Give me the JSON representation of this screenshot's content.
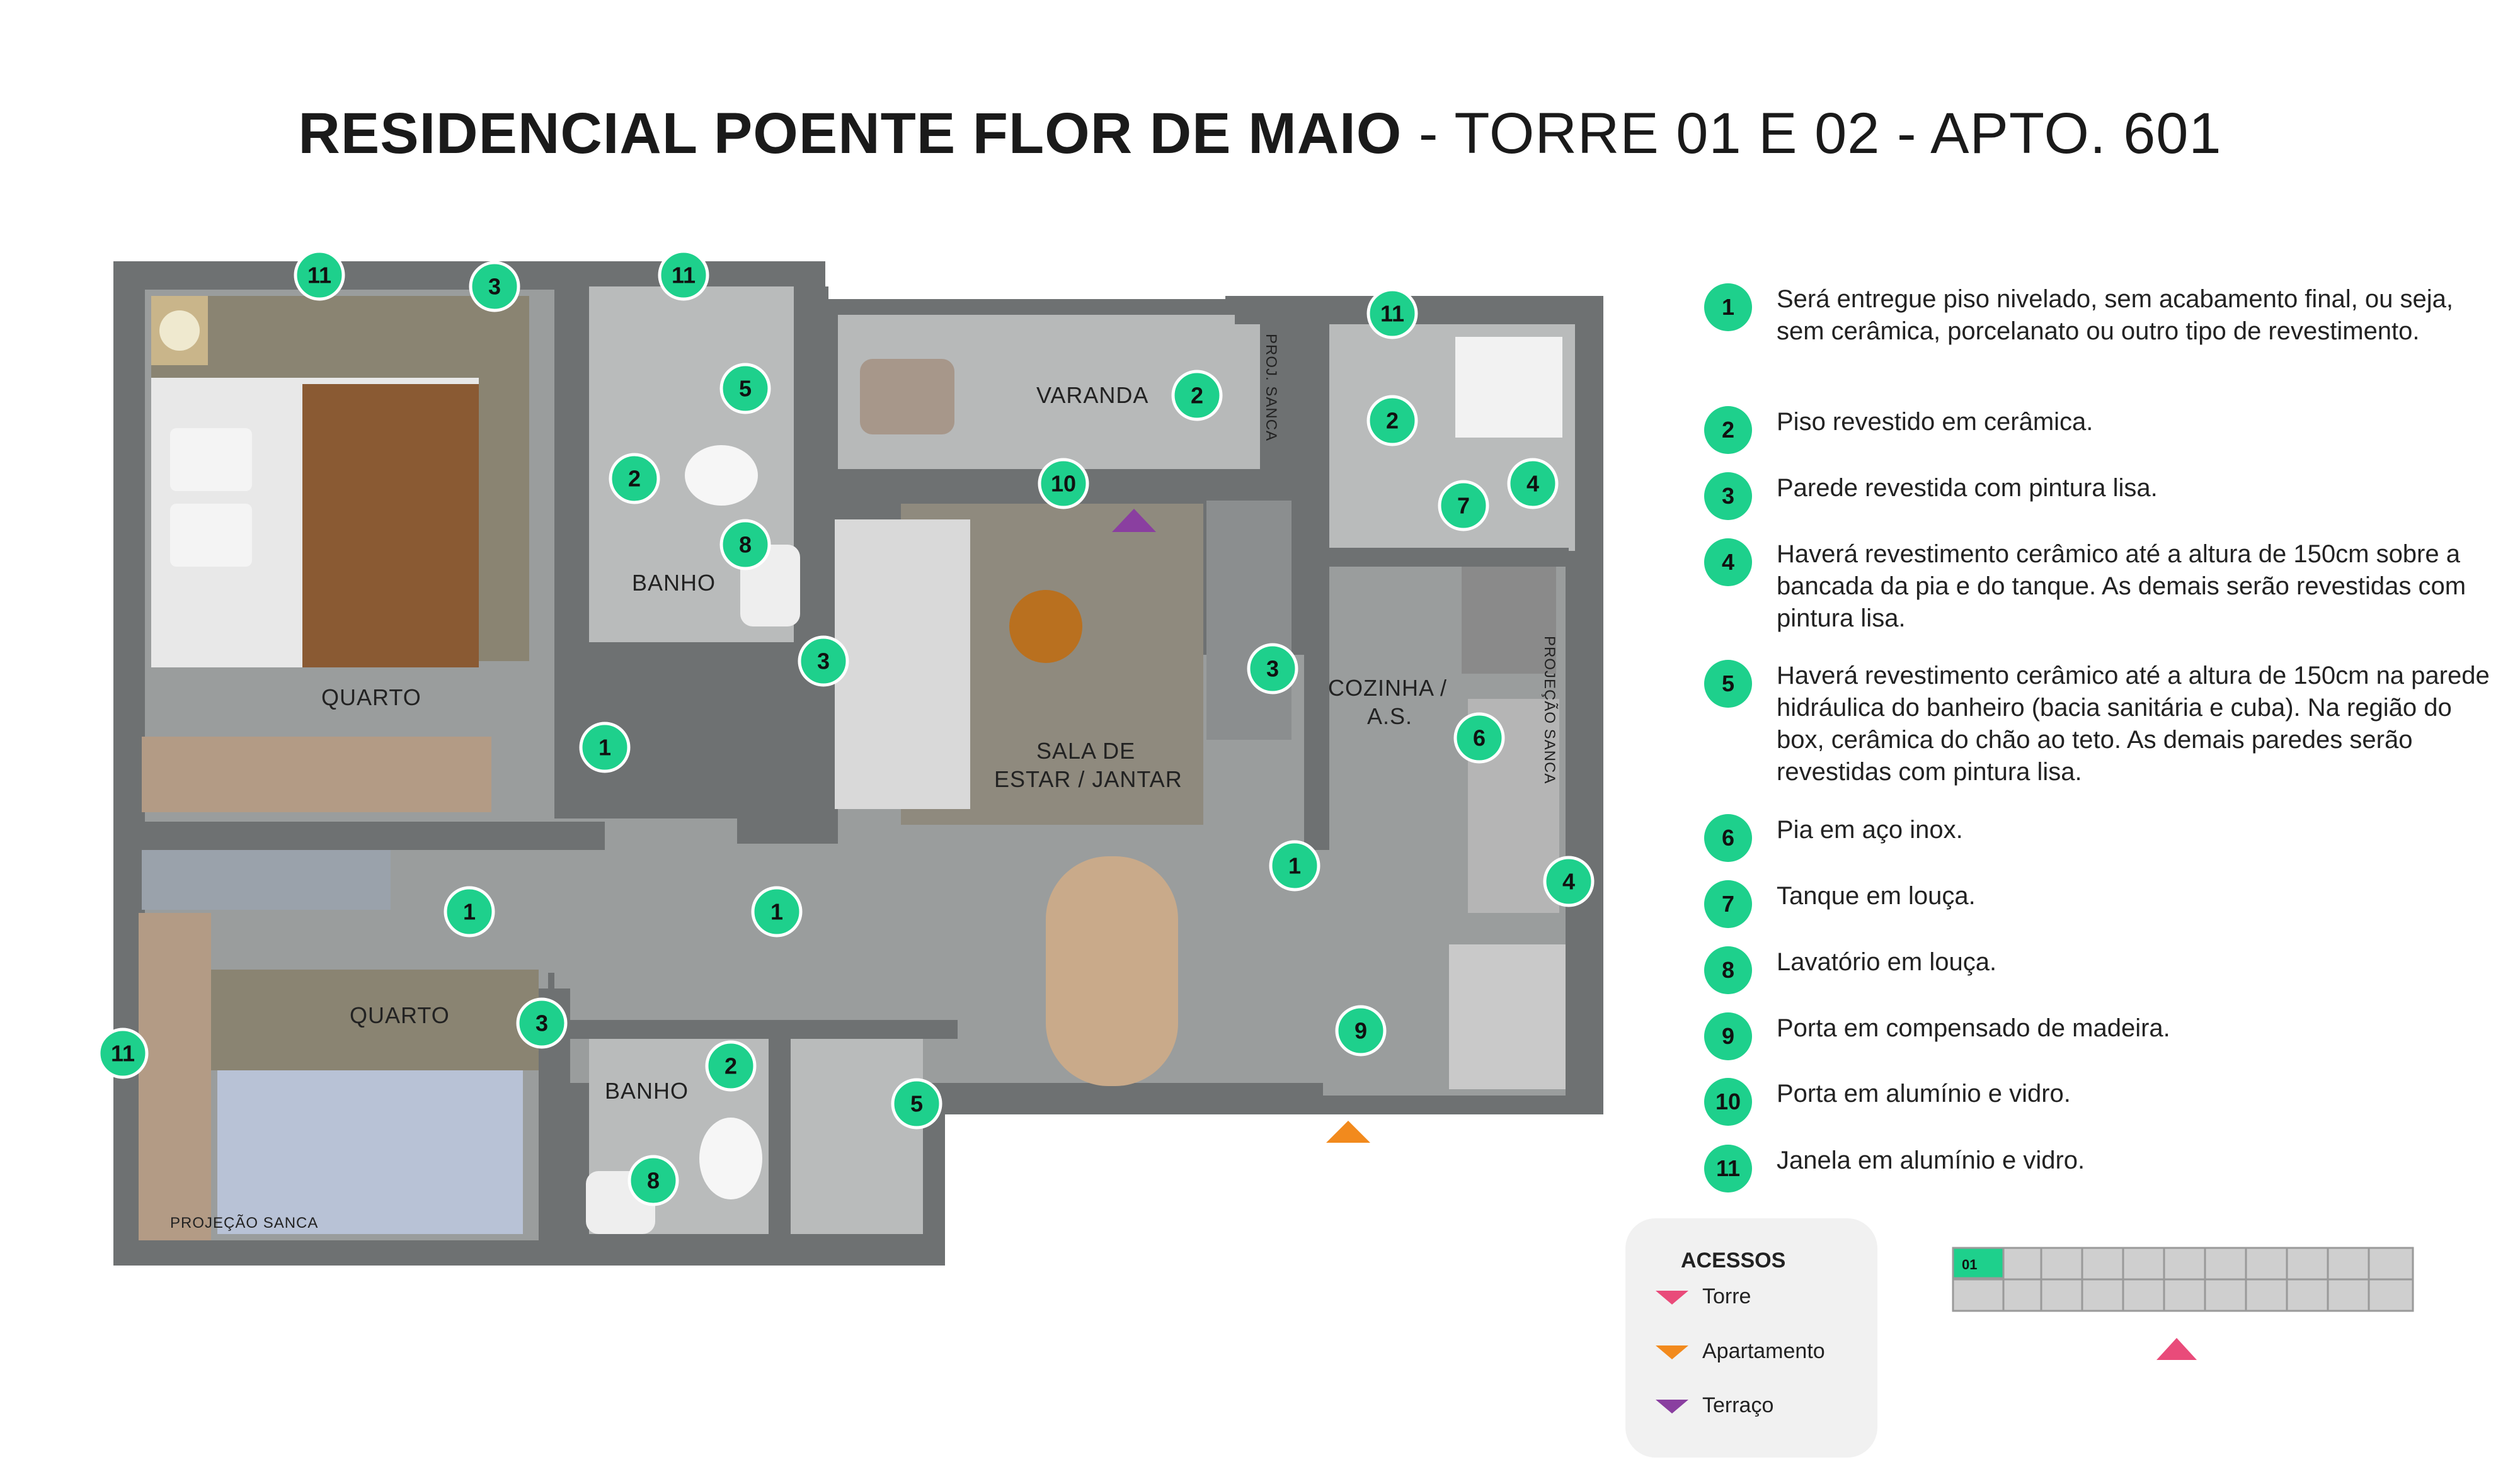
{
  "title": {
    "bold": "RESIDENCIAL POENTE FLOR DE MAIO",
    "rest": " - TORRE 01 E 02 - APTO. 601"
  },
  "rooms": {
    "quarto_1": "QUARTO",
    "quarto_2": "QUARTO",
    "banho_1": "BANHO",
    "banho_2": "BANHO",
    "varanda": "VARANDA",
    "sala_line1": "SALA DE",
    "sala_line2": "ESTAR / JANTAR",
    "cozinha_line1": "COZINHA /",
    "cozinha_line2": "A.S.",
    "proj_sanca_1": "PROJ. SANCA",
    "proj_sanca_2": "PROJEÇÃO SANCA",
    "proj_sanca_3": "PROJEÇÃO SANCA"
  },
  "markers": [
    "11",
    "3",
    "11",
    "5",
    "2",
    "8",
    "11",
    "2",
    "10",
    "4",
    "7",
    "2",
    "3",
    "3",
    "1",
    "6",
    "1",
    "1",
    "1",
    "4",
    "3",
    "9",
    "2",
    "11",
    "5",
    "8"
  ],
  "legend": [
    {
      "num": "1",
      "text": "Será entregue piso nivelado, sem acabamento final, ou seja, sem cerâmica, porcelanato ou outro tipo de revestimento."
    },
    {
      "num": "2",
      "text": "Piso revestido em cerâmica."
    },
    {
      "num": "3",
      "text": "Parede revestida com pintura lisa."
    },
    {
      "num": "4",
      "text": "Haverá revestimento cerâmico até a altura de 150cm sobre a bancada da pia e do tanque. As demais serão revestidas com pintura lisa."
    },
    {
      "num": "5",
      "text": "Haverá revestimento cerâmico até a altura de 150cm na parede hidráulica do banheiro (bacia sanitária e cuba). Na região do box, cerâmica do chão ao teto. As demais paredes serão revestidas com pintura lisa."
    },
    {
      "num": "6",
      "text": "Pia em aço inox."
    },
    {
      "num": "7",
      "text": "Tanque em louça."
    },
    {
      "num": "8",
      "text": "Lavatório em louça."
    },
    {
      "num": "9",
      "text": "Porta em compensado de madeira."
    },
    {
      "num": "10",
      "text": "Porta em alumínio e vidro."
    },
    {
      "num": "11",
      "text": "Janela em alumínio e vidro."
    }
  ],
  "access": {
    "heading": "ACESSOS",
    "items": [
      {
        "label": "Torre",
        "color": "#e94b7a"
      },
      {
        "label": "Apartamento",
        "color": "#f28a1d"
      },
      {
        "label": "Terraço",
        "color": "#8a3fa0"
      }
    ]
  },
  "key_plan": {
    "unit_label": "01",
    "highlight_color": "#1ed08c"
  },
  "colors": {
    "marker": "#1ed08c",
    "wall": "#6e7172",
    "floor": "#9a9d9d"
  }
}
